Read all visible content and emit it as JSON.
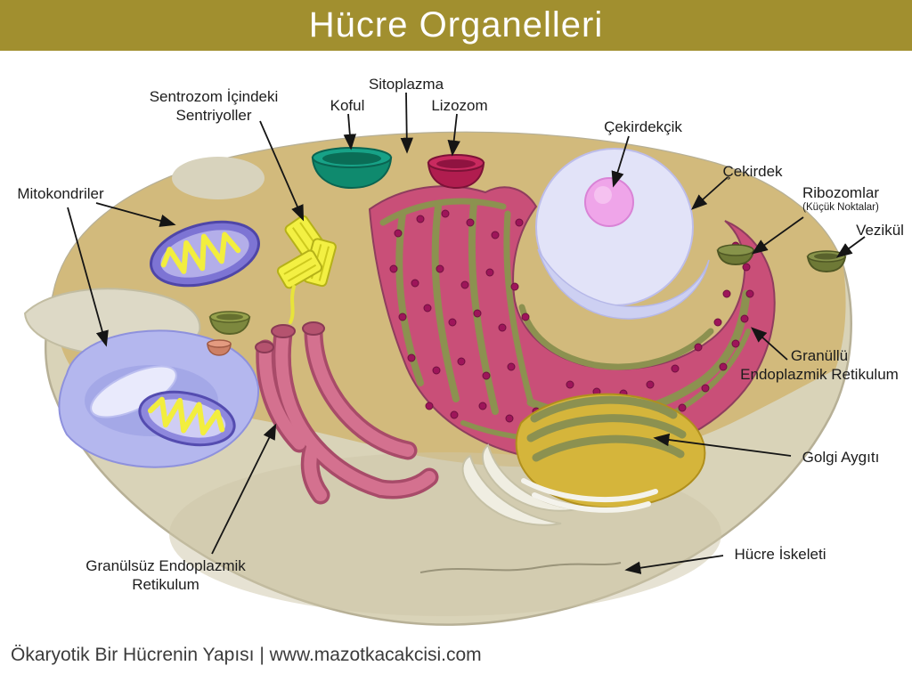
{
  "header": {
    "title": "Hücre Organelleri"
  },
  "labels": {
    "sentrozom": {
      "line1": "Sentrozom İçindeki",
      "line2": "Sentriyoller"
    },
    "sitoplazma": "Sitoplazma",
    "koful": "Koful",
    "lizozom": "Lizozom",
    "cekirdekcik": "Çekirdekçik",
    "cekirdek": "Çekirdek",
    "ribozomlar": {
      "line1": "Ribozomlar",
      "line2": "(Küçük Noktalar)"
    },
    "vezikul": "Vezikül",
    "mitokondriler": "Mitokondriler",
    "granullu_er": {
      "line1": "Granüllü",
      "line2": "Endoplazmik Retikulum"
    },
    "golgi": "Golgi Aygıtı",
    "hucre_iskeleti": "Hücre İskeleti",
    "granulsuz_er": {
      "line1": "Granülsüz Endoplazmik",
      "line2": "Retikulum"
    }
  },
  "footer": {
    "credit": "Ökaryotik Bir Hücrenin Yapısı | www.mazotkacakcisi.com"
  },
  "colors": {
    "header_band": "#a18f2f",
    "cell_top_surface": "#d2ba7c",
    "cell_cut_face": "#d9d3b8",
    "rough_er_pink": "#c94f78",
    "er_stripe_olive": "#8c9150",
    "ribosome_dot": "#9e155a",
    "nucleus_lavender": "#e2e3f8",
    "nucleolus_pink": "#efa5e9",
    "golgi_yellow": "#d5b53b",
    "mitochondrion_purple": "#7d74d4",
    "mitochondrion_crista_yellow": "#f2ee3e",
    "vacuole_teal": "#17a287",
    "lysosome_crimson": "#c92a5f",
    "vesicle_olive": "#87934a",
    "smooth_er_pink": "#d4718f",
    "arrow_black": "#151515"
  }
}
